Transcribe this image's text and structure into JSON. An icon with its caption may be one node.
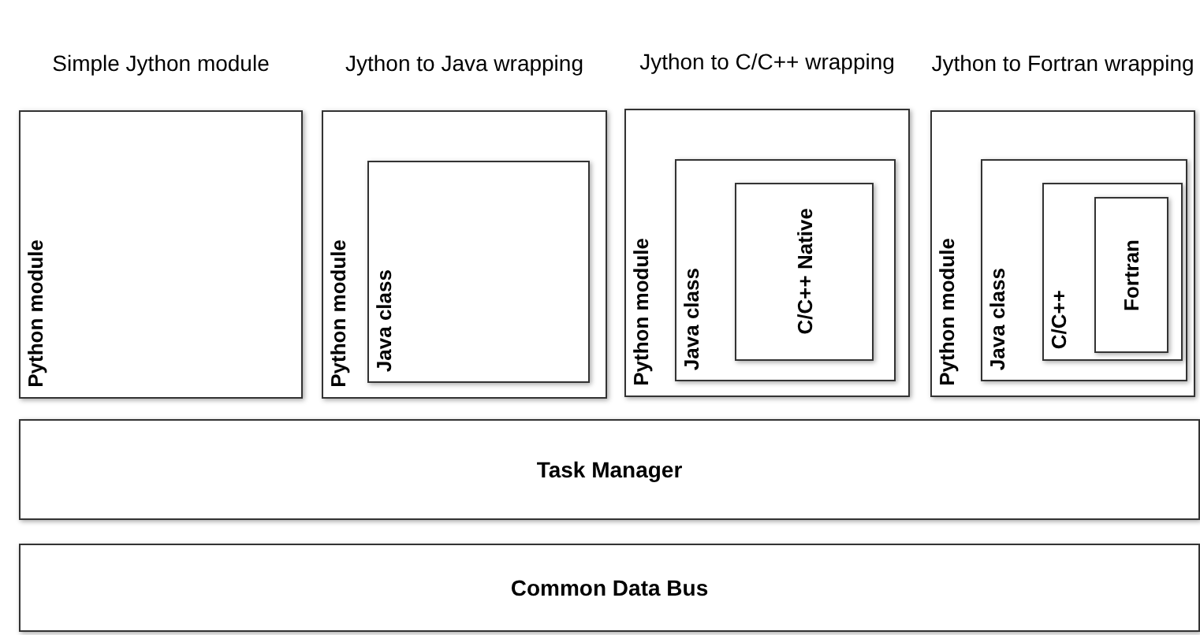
{
  "diagram": {
    "nodes": [
      {
        "text": [
          "Simple Jython module",
          "Python module"
        ]
      },
      {
        "text": [
          "Jython to Java wrapping",
          "Python module"
        ]
      },
      {
        "text": [
          "Java class"
        ],
        "in": 1
      },
      {
        "text": [
          "Jython to C/C++ wrapping",
          "Python module"
        ]
      },
      {
        "text": [
          "Java class"
        ],
        "in": 3
      },
      {
        "text": [
          "C/C++ Native"
        ],
        "in": 4
      },
      {
        "text": [
          "Jython to Fortran wrapping",
          "Python module"
        ]
      },
      {
        "text": [
          "Java class"
        ],
        "in": 6
      },
      {
        "text": [
          "C/C++"
        ],
        "in": 7
      },
      {
        "text": [
          "Fortran"
        ],
        "in": 8
      },
      {
        "text": [
          "Task Manager"
        ]
      },
      {
        "text": [
          "Common Data Bus"
        ]
      }
    ]
  }
}
